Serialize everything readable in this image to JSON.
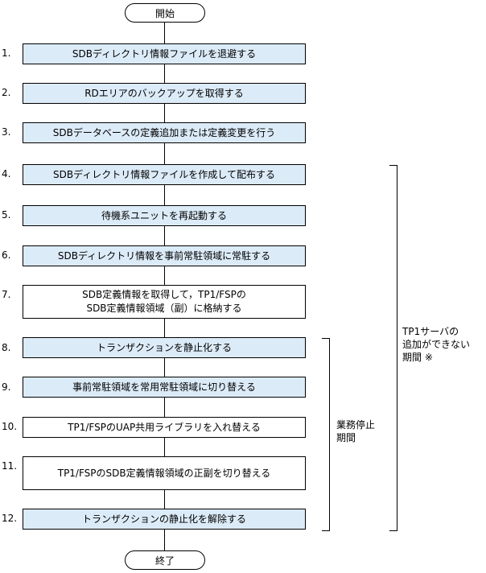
{
  "terminals": {
    "start": "開始",
    "end": "終了"
  },
  "steps": [
    {
      "num": "1.",
      "text": "SDBディレクトリ情報ファイルを退避する"
    },
    {
      "num": "2.",
      "text": "RDエリアのバックアップを取得する"
    },
    {
      "num": "3.",
      "text": "SDBデータベースの定義追加または定義変更を行う"
    },
    {
      "num": "4.",
      "text": "SDBディレクトリ情報ファイルを作成して配布する"
    },
    {
      "num": "5.",
      "text": "待機系ユニットを再起動する"
    },
    {
      "num": "6.",
      "text": "SDBディレクトリ情報を事前常駐領域に常駐する"
    },
    {
      "num": "7.",
      "text": "SDB定義情報を取得して，TP1/FSPの\nSDB定義情報領域（副）に格納する"
    },
    {
      "num": "8.",
      "text": "トランザクションを静止化する"
    },
    {
      "num": "9.",
      "text": "事前常駐領域を常用常駐領域に切り替える"
    },
    {
      "num": "10.",
      "text": "TP1/FSPのUAP共用ライブラリを入れ替える"
    },
    {
      "num": "11.",
      "text": "TP1/FSPのSDB定義情報領域の正副を切り替える"
    },
    {
      "num": "12.",
      "text": "トランザクションの静止化を解除する"
    }
  ],
  "annotations": {
    "business_stop": "業務停止\n期間",
    "tp1_server": "TP1サーバの\n追加ができない\n期間 ※"
  },
  "colors": {
    "highlight_fill": "#dcebf8",
    "plain_fill": "#ffffff",
    "stroke": "#000000"
  }
}
